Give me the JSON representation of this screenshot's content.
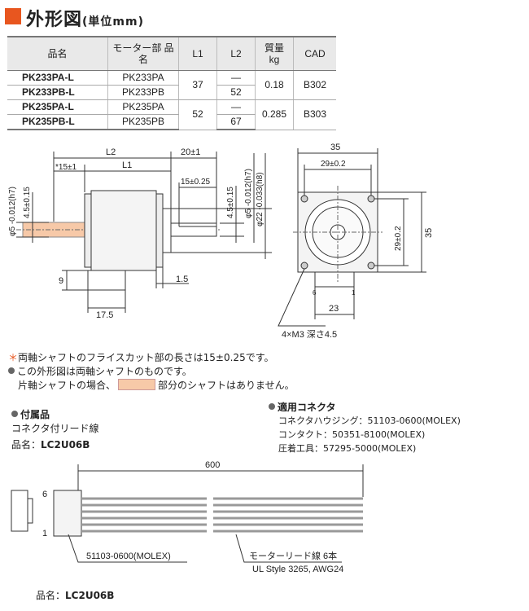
{
  "header": {
    "title": "外形図",
    "unit": "(単位mm)"
  },
  "table": {
    "headers": [
      "品名",
      "モーター部 品名",
      "L1",
      "L2",
      "質量 kg",
      "CAD"
    ],
    "rows": [
      {
        "name": "PK233PA-L",
        "motor": "PK233PA",
        "l2": "—"
      },
      {
        "name": "PK233PB-L",
        "motor": "PK233PB",
        "l2": "52"
      },
      {
        "name": "PK235PA-L",
        "motor": "PK235PA",
        "l2": "—"
      },
      {
        "name": "PK235PB-L",
        "motor": "PK235PB",
        "l2": "67"
      }
    ],
    "group1": {
      "l1": "37",
      "mass": "0.18",
      "cad": "B302"
    },
    "group2": {
      "l1": "52",
      "mass": "0.285",
      "cad": "B303"
    }
  },
  "dims": {
    "l2": "L2",
    "l1": "L1",
    "d20": "20±1",
    "d15a": "*15±1",
    "d15b": "15±0.25",
    "d45a": "4.5±0.15",
    "d45b": "4.5±0.15",
    "phi5a": "φ5 -0.012(h7)",
    "phi5b": "φ5 -0.012(h7)",
    "phi22": "φ22 -0.033(h8)",
    "d9": "9",
    "d175": "17.5",
    "d15c": "1.5",
    "s35": "35",
    "s29": "29±0.2",
    "s29v": "29±0.2",
    "s35v": "35",
    "s23": "23",
    "s6": "6",
    "s1": "1",
    "screws": "4×M3 深さ4.5"
  },
  "notes": {
    "n1": "両軸シャフトのフライスカット部の長さは15±0.25です。",
    "n2": "この外形図は両軸シャフトのものです。",
    "n3a": "片軸シャフトの場合、",
    "n3b": "部分のシャフトはありません。"
  },
  "accessory": {
    "heading": "付属品",
    "desc": "コネクタ付リード線",
    "label": "品名：",
    "model": "LC2U06B"
  },
  "connector": {
    "heading": "適用コネクタ",
    "items": [
      "コネクタハウジング：51103-0600(MOLEX)",
      "コンタクト：50351-8100(MOLEX)",
      "圧着工具：57295-5000(MOLEX)"
    ]
  },
  "cable": {
    "length": "600",
    "pin6": "6",
    "pin1": "1",
    "housing": "51103-0600(MOLEX)",
    "lead": "モーターリード線 6本",
    "style": "UL Style 3265, AWG24",
    "label": "品名：",
    "model": "LC2U06B"
  },
  "colors": {
    "accent": "#e8561f",
    "shaft": "#f7c9a8"
  }
}
